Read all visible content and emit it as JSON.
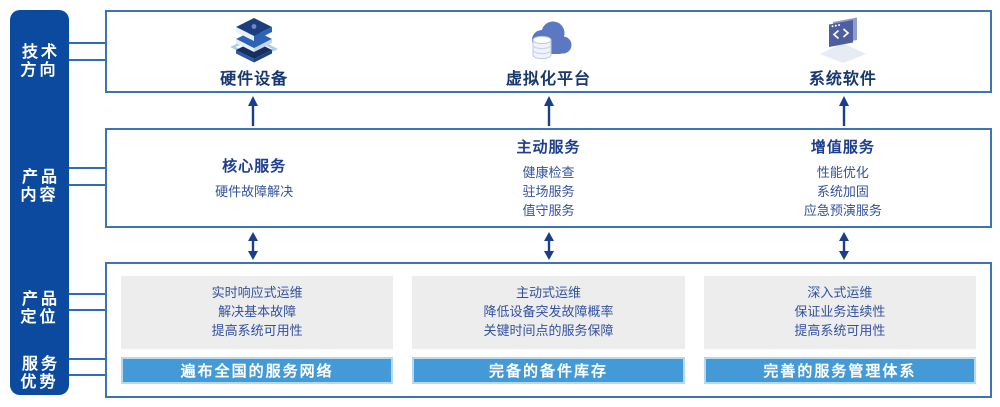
{
  "sidebar": {
    "items": [
      {
        "line1": "技术",
        "line2": "方向"
      },
      {
        "line1": "产品",
        "line2": "内容"
      },
      {
        "line1": "产品",
        "line2": "定位"
      },
      {
        "line1": "服务",
        "line2": "优势"
      }
    ]
  },
  "tech_row": {
    "items": [
      {
        "icon": "server-stack-icon",
        "label": "硬件设备"
      },
      {
        "icon": "cloud-database-icon",
        "label": "虚拟化平台"
      },
      {
        "icon": "code-window-icon",
        "label": "系统软件"
      }
    ]
  },
  "content_row": {
    "columns": [
      {
        "title": "核心服务",
        "items": [
          "硬件故障解决"
        ]
      },
      {
        "title": "主动服务",
        "items": [
          "健康检查",
          "驻场服务",
          "值守服务"
        ]
      },
      {
        "title": "增值服务",
        "items": [
          "性能优化",
          "系统加固",
          "应急预演服务"
        ]
      }
    ]
  },
  "positioning_row": {
    "columns": [
      {
        "lines": [
          "实时响应式运维",
          "解决基本故障",
          "提高系统可用性"
        ],
        "advantage": "遍布全国的服务网络"
      },
      {
        "lines": [
          "主动式运维",
          "降低设备突发故障概率",
          "关键时间点的服务保障"
        ],
        "advantage": "完备的备件库存"
      },
      {
        "lines": [
          "深入式运维",
          "保证业务连续性",
          "提高系统可用性"
        ],
        "advantage": "完善的服务管理体系"
      }
    ]
  },
  "colors": {
    "sidebar-bg": "#0b4a9e",
    "box-border": "#3d74b8",
    "title-navy": "#16386f",
    "mid-title": "#1d3e8f",
    "body-text": "#33529e",
    "arrow": "#1a3e8c",
    "panel-gray": "#ededed",
    "bar-blue": "#449ad6",
    "bar-border": "#b5d9f1",
    "connector": "#2e6cb5"
  }
}
